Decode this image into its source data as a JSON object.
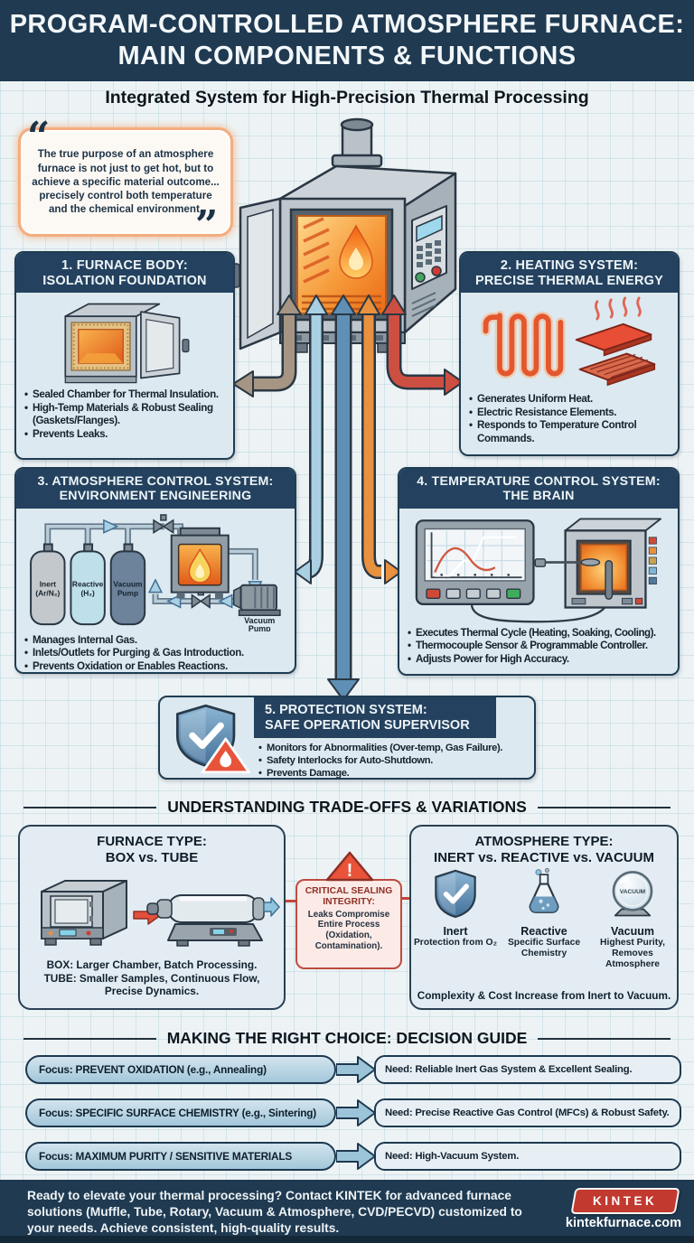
{
  "colors": {
    "navy": "#1f3a51",
    "card_header": "#24425f",
    "card_bg": "#dde9f0",
    "quote_border": "#f4ad7f",
    "warning_red": "#e2503c",
    "arrow_tan": "#a59582",
    "arrow_lightblue": "#a9d0e2",
    "arrow_steelblue": "#5f8fb4",
    "arrow_orange": "#e8913f",
    "arrow_red": "#cd4f42",
    "logo_red": "#c2392f"
  },
  "header": {
    "title_line1": "PROGRAM-CONTROLLED ATMOSPHERE FURNACE:",
    "title_line2": "MAIN COMPONENTS & FUNCTIONS",
    "subtitle": "Integrated System for High-Precision Thermal Processing"
  },
  "quote": {
    "open": "“",
    "close": "”",
    "text": "The true purpose of an atmosphere furnace is not just to get hot, but to achieve a specific material outcome... precisely control both temperature and the chemical environment."
  },
  "sections": [
    {
      "title_line1": "1. FURNACE BODY:",
      "title_line2": "ISOLATION FOUNDATION",
      "bullets": [
        "Sealed Chamber for Thermal Insulation.",
        "High-Temp Materials & Robust Sealing (Gaskets/Flanges).",
        "Prevents Leaks."
      ]
    },
    {
      "title_line1": "2. HEATING SYSTEM:",
      "title_line2": "PRECISE THERMAL ENERGY",
      "bullets": [
        "Generates Uniform Heat.",
        "Electric Resistance Elements.",
        "Responds to Temperature Control Commands."
      ]
    },
    {
      "title_line1": "3. ATMOSPHERE CONTROL SYSTEM:",
      "title_line2": "ENVIRONMENT ENGINEERING",
      "bullets": [
        "Manages Internal Gas.",
        "Inlets/Outlets for Purging & Gas Introduction.",
        "Prevents Oxidation or Enables Reactions."
      ],
      "labels": {
        "cyl1_name": "Inert",
        "cyl1_sub": "(Ar/N₂)",
        "cyl2_name": "Reactive",
        "cyl2_sub": "(H₂)",
        "cyl3_name": "Vacuum",
        "cyl3_sub": "Pump",
        "pump_line1": "Vacuum",
        "pump_line2": "Pump"
      }
    },
    {
      "title_line1": "4. TEMPERATURE CONTROL SYSTEM:",
      "title_line2": "THE BRAIN",
      "bullets": [
        "Executes Thermal Cycle (Heating, Soaking, Cooling).",
        "Thermocouple Sensor & Programmable Controller.",
        "Adjusts Power for High Accuracy."
      ]
    },
    {
      "title_line1": "5. PROTECTION SYSTEM:",
      "title_line2": "SAFE OPERATION SUPERVISOR",
      "bullets": [
        "Monitors for Abnormalities (Over-temp, Gas Failure).",
        "Safety Interlocks for Auto-Shutdown.",
        "Prevents Damage."
      ]
    }
  ],
  "tradeoffs": {
    "heading": "UNDERSTANDING TRADE-OFFS & VARIATIONS",
    "furnace_type": {
      "title_line1": "FURNACE TYPE:",
      "title_line2": "BOX vs. TUBE",
      "box_label": "BOX:",
      "box_text": " Larger Chamber, Batch Processing.",
      "tube_label": "TUBE:",
      "tube_text": " Smaller Samples, Continuous Flow,",
      "tube_text2": "Precise Dynamics."
    },
    "sealing": {
      "exclaim": "!",
      "title_line1": "CRITICAL SEALING",
      "title_line2": "INTEGRITY:",
      "body": "Leaks Compromise Entire Process (Oxidation, Contamination)."
    },
    "atmosphere_type": {
      "title_line1": "ATMOSPHERE TYPE:",
      "title_line2": "INERT vs. REACTIVE vs. VACUUM",
      "sphere_text": "VACUUM",
      "cols": [
        {
          "name": "Inert",
          "desc": "Protection from O₂"
        },
        {
          "name": "Reactive",
          "desc": "Specific Surface Chemistry"
        },
        {
          "name": "Vacuum",
          "desc": "Highest Purity, Removes Atmosphere"
        }
      ],
      "note": "Complexity & Cost Increase from Inert to Vacuum."
    }
  },
  "decision": {
    "heading": "MAKING THE RIGHT CHOICE: DECISION GUIDE",
    "rows": [
      {
        "focus": "Focus: PREVENT OXIDATION (e.g., Annealing)",
        "need": "Need: Reliable Inert Gas System & Excellent Sealing."
      },
      {
        "focus": "Focus: SPECIFIC SURFACE CHEMISTRY (e.g., Sintering)",
        "need": "Need: Precise Reactive Gas Control (MFCs) & Robust Safety."
      },
      {
        "focus": "Focus: MAXIMUM PURITY / SENSITIVE MATERIALS",
        "need": "Need: High-Vacuum System."
      }
    ]
  },
  "footer": {
    "text": "Ready to elevate your thermal processing? Contact KINTEK for advanced furnace solutions (Muffle, Tube, Rotary, Vacuum & Atmosphere, CVD/PECVD) customized to your needs. Achieve consistent, high-quality results.",
    "logo": "KINTEK",
    "url": "kintekfurnace.com"
  }
}
